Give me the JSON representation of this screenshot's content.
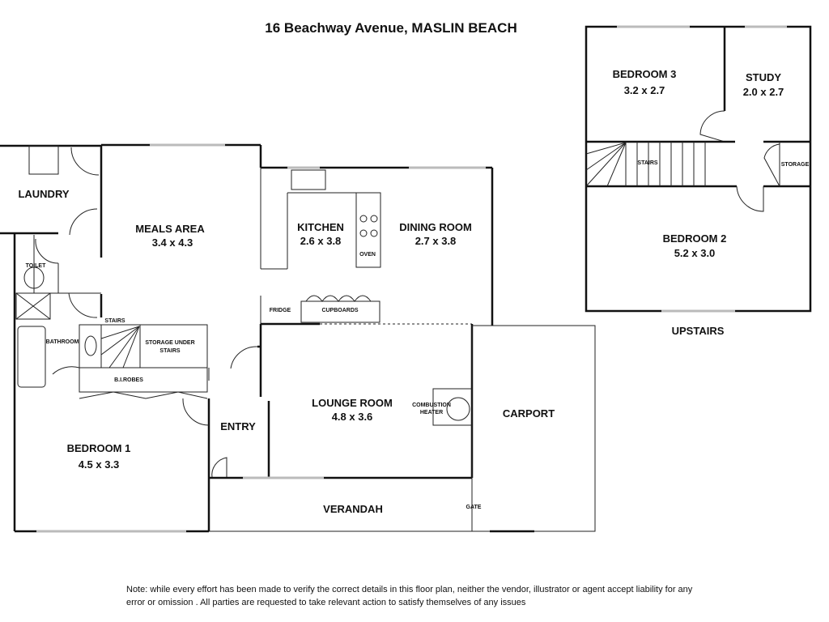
{
  "title": "16 Beachway Avenue, MASLIN BEACH",
  "ground_floor": {
    "laundry": {
      "name": "LAUNDRY"
    },
    "meals_area": {
      "name": "MEALS AREA",
      "size": "3.4 x 4.3"
    },
    "kitchen": {
      "name": "KITCHEN",
      "size": "2.6 x 3.8"
    },
    "dining_room": {
      "name": "DINING ROOM",
      "size": "2.7 x 3.8"
    },
    "toilet": {
      "name": "TOILET"
    },
    "bathroom": {
      "name": "BATHROOM"
    },
    "stairs": {
      "name": "STAIRS"
    },
    "storage_under_stairs": {
      "line1": "STORAGE UNDER",
      "line2": "STAIRS"
    },
    "robes": {
      "name": "B.I.ROBES"
    },
    "fridge": {
      "name": "FRIDGE"
    },
    "cupboards": {
      "name": "CUPBOARDS"
    },
    "oven": {
      "name": "OVEN"
    },
    "entry": {
      "name": "ENTRY"
    },
    "lounge_room": {
      "name": "LOUNGE ROOM",
      "size": "4.8 x 3.6"
    },
    "heater": {
      "line1": "COMBUSTION",
      "line2": "HEATER"
    },
    "carport": {
      "name": "CARPORT"
    },
    "bedroom1": {
      "name": "BEDROOM 1",
      "size": "4.5 x 3.3"
    },
    "verandah": {
      "name": "VERANDAH"
    },
    "gate": {
      "name": "GATE"
    }
  },
  "upstairs": {
    "label": "UPSTAIRS",
    "bedroom3": {
      "name": "BEDROOM 3",
      "size": "3.2 x 2.7"
    },
    "study": {
      "name": "STUDY",
      "size": "2.0 x 2.7"
    },
    "stairs": {
      "name": "STAIRS"
    },
    "storage": {
      "name": "STORAGE"
    },
    "bedroom2": {
      "name": "BEDROOM 2",
      "size": "5.2 x 3.0"
    }
  },
  "disclaimer": {
    "line1": "Note: while every effort has been made to verify the correct details in this floor plan, neither the vendor, illustrator or agent accept liability for any",
    "line2": "error or omission . All  parties are requested to take relevant action to satisfy themselves of any issues"
  }
}
